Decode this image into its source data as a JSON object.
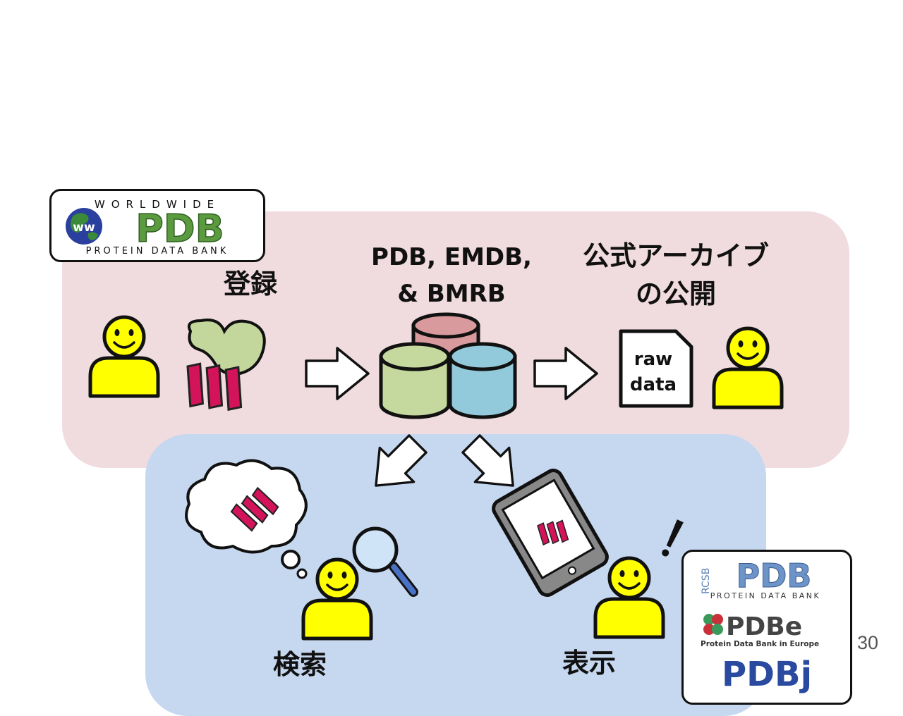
{
  "logos": {
    "wwpdb": {
      "top": "WORLDWIDE",
      "main": "PDB",
      "bottom": "PROTEIN DATA BANK",
      "globe": "ww"
    },
    "rcsb": {
      "side": "RCSB",
      "main": "PDB",
      "bottom": "PROTEIN DATA BANK"
    },
    "pdbe": {
      "main": "PDBe",
      "sub": "Protein Data Bank in Europe"
    },
    "pdbj": {
      "main": "PDBj"
    }
  },
  "labels": {
    "deposit": "登録",
    "databases_line1": "PDB, EMDB,",
    "databases_line2": "& BMRB",
    "archive_line1": "公式アーカイブ",
    "archive_line2": "の公開",
    "search": "検索",
    "display": "表示",
    "rawdata_line1": "raw",
    "rawdata_line2": "data"
  },
  "page_number": "30",
  "colors": {
    "top_region": "#f0dcde",
    "bottom_region": "#c6d8f0",
    "person": "#ffff00",
    "db_green": "#c5d89e",
    "db_blue": "#92c9db",
    "db_red": "#d99a9d",
    "molecule": "#d4145a",
    "blob": "#c3d69b"
  }
}
